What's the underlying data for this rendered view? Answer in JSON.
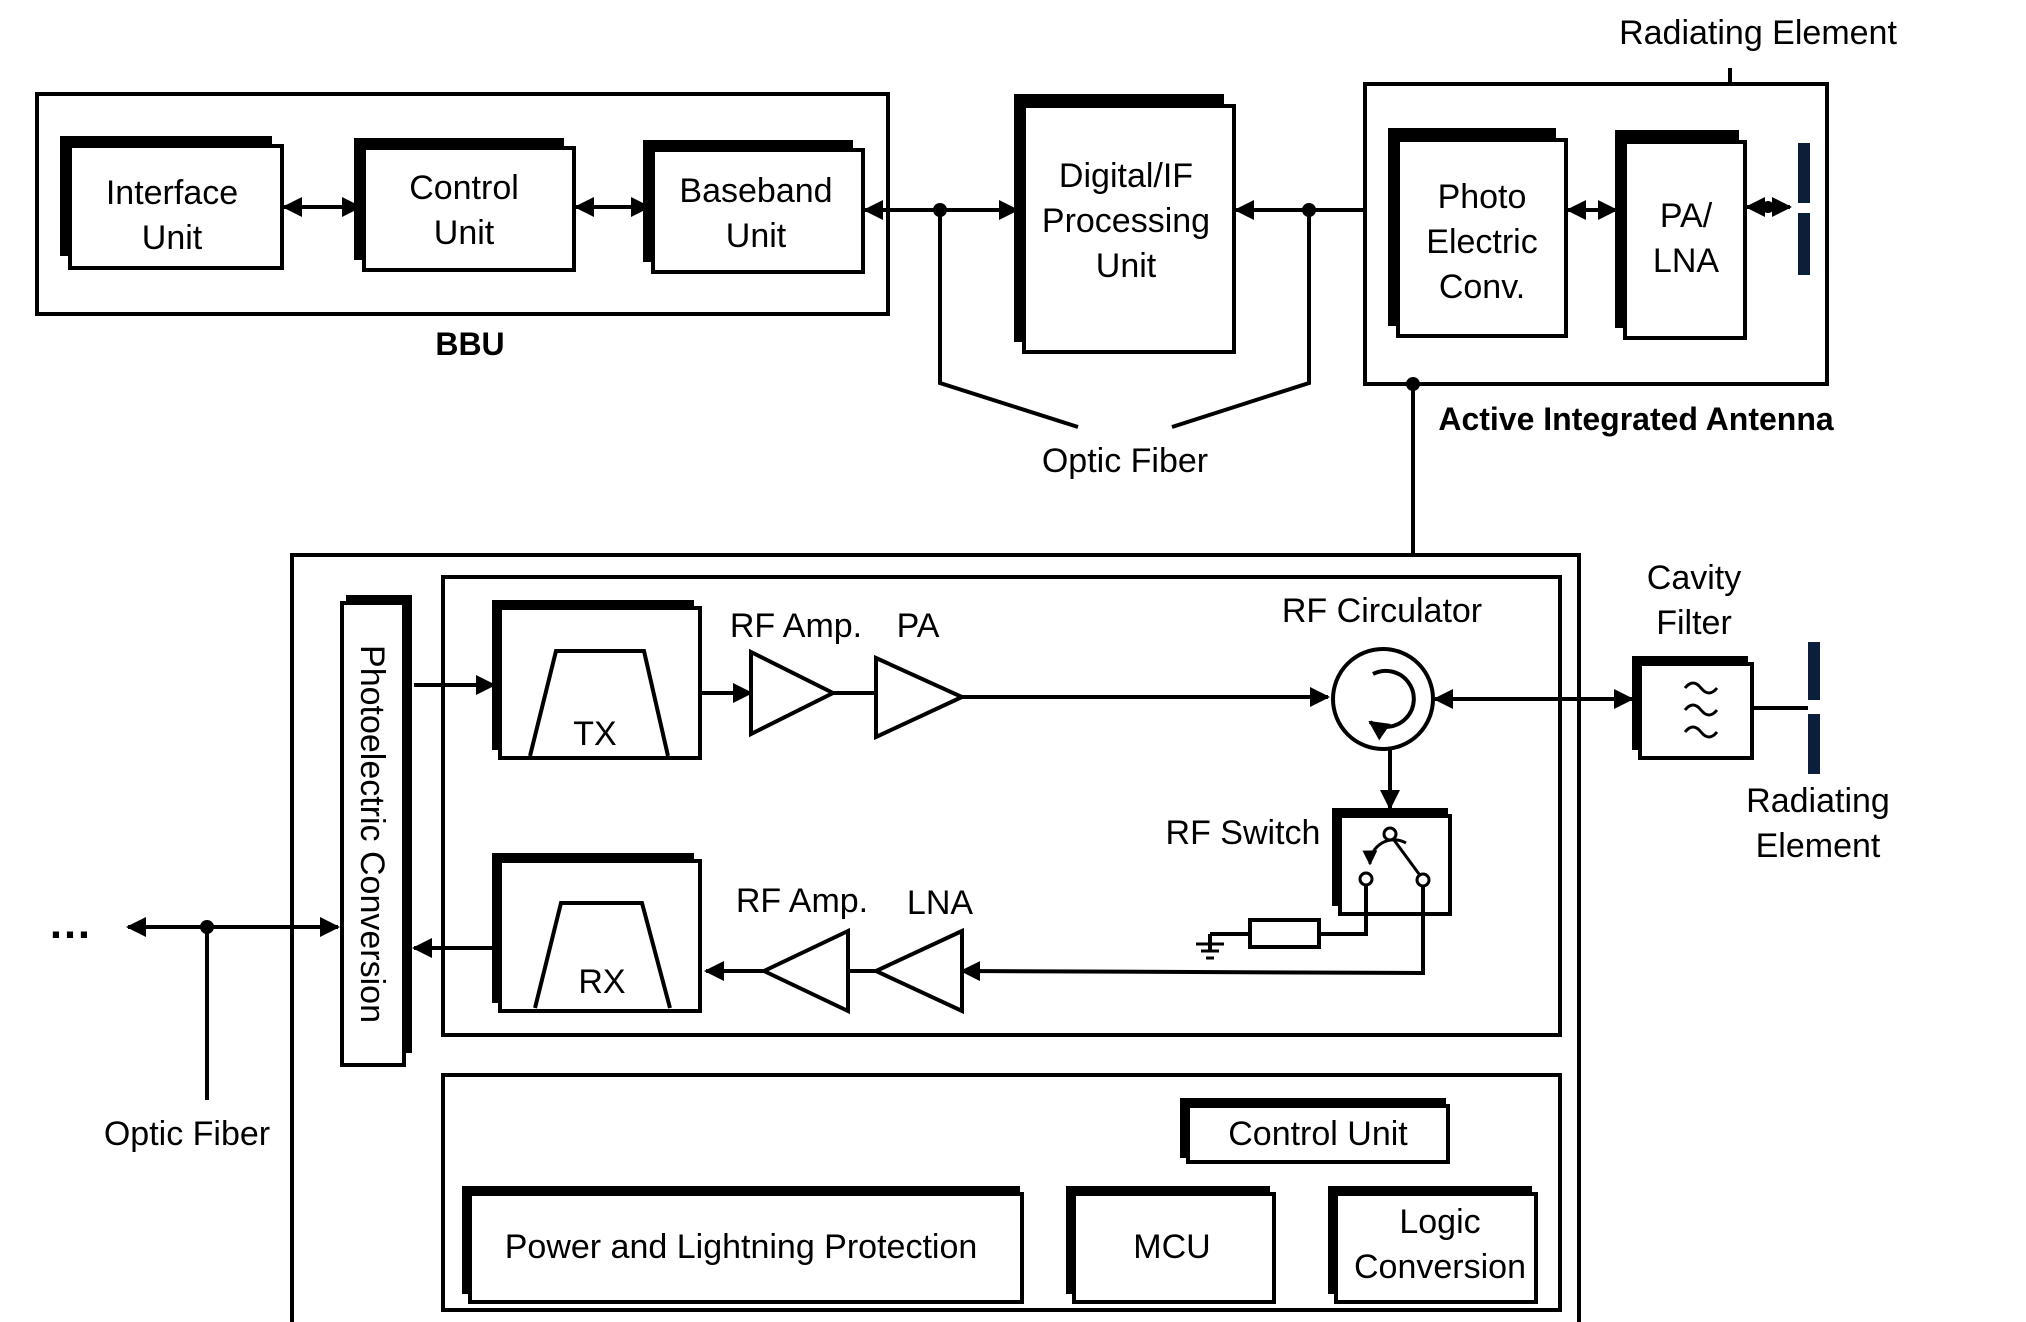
{
  "top": {
    "radiating_element": "Radiating Element",
    "bbu": {
      "label": "BBU",
      "interface_unit": [
        "Interface",
        "Unit"
      ],
      "control_unit": [
        "Control",
        "Unit"
      ],
      "baseband_unit": [
        "Baseband",
        "Unit"
      ]
    },
    "digital_if": [
      "Digital/IF",
      "Processing",
      "Unit"
    ],
    "optic_fiber": "Optic Fiber",
    "aia": {
      "label": "Active Integrated Antenna",
      "photo_electric": [
        "Photo",
        "Electric",
        "Conv."
      ],
      "pa_lna": [
        "PA/",
        "LNA"
      ]
    }
  },
  "detail": {
    "photoelectric_conversion": "Photoelectric Conversion",
    "tx": "TX",
    "rx": "RX",
    "rf_amp_tx": "RF Amp.",
    "pa": "PA",
    "rf_amp_rx": "RF Amp.",
    "lna": "LNA",
    "rf_circulator": "RF Circulator",
    "rf_switch": "RF Switch",
    "cavity_filter": [
      "Cavity",
      "Filter"
    ],
    "radiating_element": [
      "Radiating",
      "Element"
    ],
    "ellipsis": "…",
    "optic_fiber": "Optic Fiber",
    "control_unit": "Control Unit",
    "power_protection": "Power and Lightning Protection",
    "mcu": "MCU",
    "logic_conversion": [
      "Logic",
      "Conversion"
    ]
  }
}
